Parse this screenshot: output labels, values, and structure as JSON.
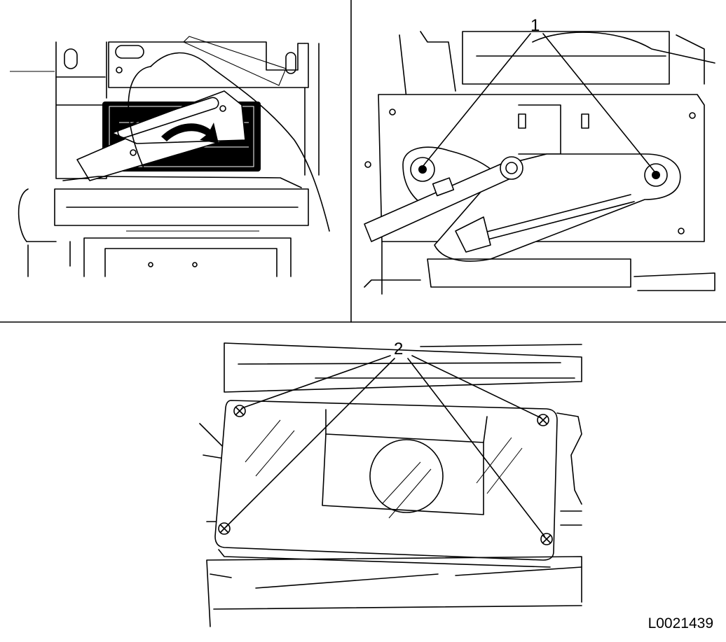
{
  "callouts": {
    "label_1": "1",
    "label_2": "2"
  },
  "figure_code": "L0021439",
  "colors": {
    "line": "#000000",
    "background": "#ffffff"
  },
  "icons": {
    "rotate_arrow": "curved-arrow-icon"
  }
}
